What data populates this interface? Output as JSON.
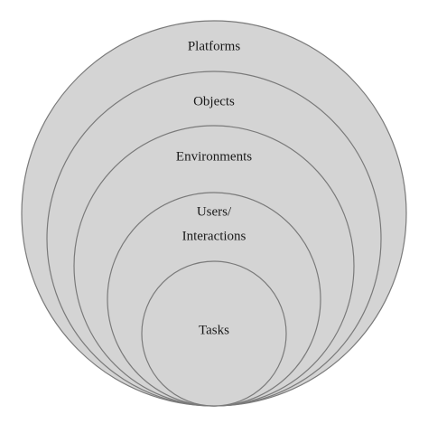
{
  "diagram": {
    "layers": [
      {
        "label": "Platforms"
      },
      {
        "label": "Objects"
      },
      {
        "label": "Environments"
      },
      {
        "label": "Users/",
        "label_line2": "Interactions"
      },
      {
        "label": "Tasks"
      }
    ],
    "colors": {
      "fill": "#d4d4d4",
      "stroke": "#7a7a7a",
      "text": "#1a1a1a"
    }
  }
}
